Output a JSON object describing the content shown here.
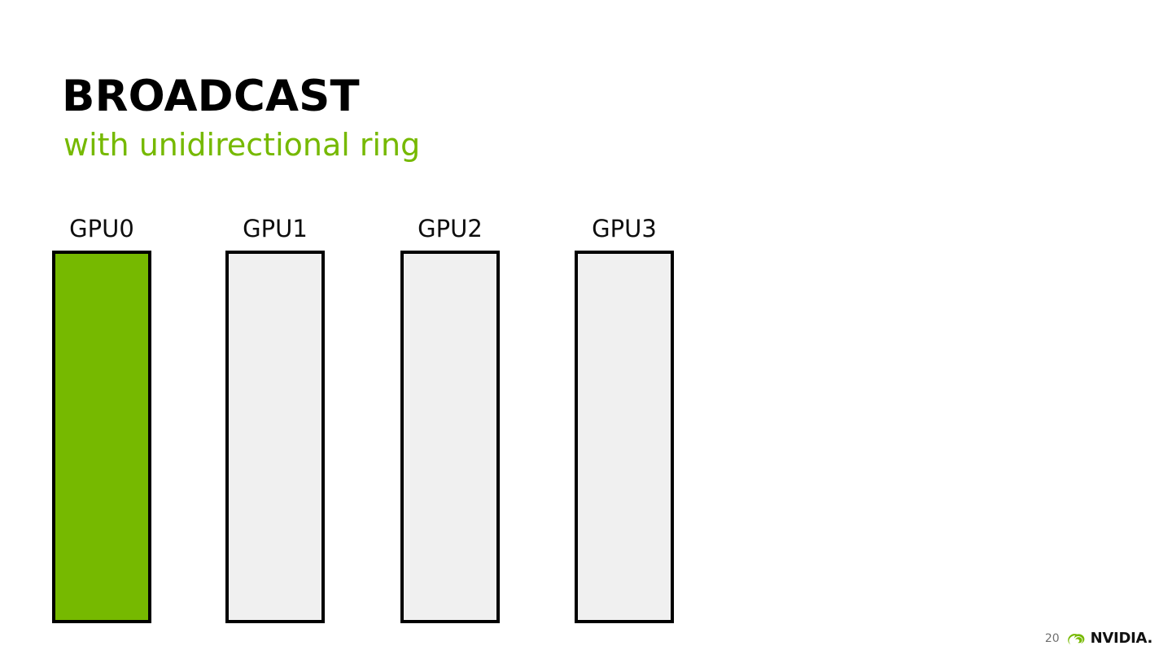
{
  "slide": {
    "title": "BROADCAST",
    "subtitle": "with unidirectional ring",
    "background_color": "#FFFFFF",
    "accent_color": "#76B900",
    "title_color": "#000000"
  },
  "diagram": {
    "type": "gpu-buffer-row",
    "box_fill_empty_color": "#F0F0F0",
    "box_fill_active_color": "#76B900",
    "box_border_color": "#000000",
    "gpus": [
      {
        "label": "GPU0",
        "state": "filled"
      },
      {
        "label": "GPU1",
        "state": "empty"
      },
      {
        "label": "GPU2",
        "state": "empty"
      },
      {
        "label": "GPU3",
        "state": "empty"
      }
    ]
  },
  "footer": {
    "page_number": "20",
    "brand_wordmark": "NVIDIA.",
    "brand_icon": "nvidia-eye-icon"
  }
}
